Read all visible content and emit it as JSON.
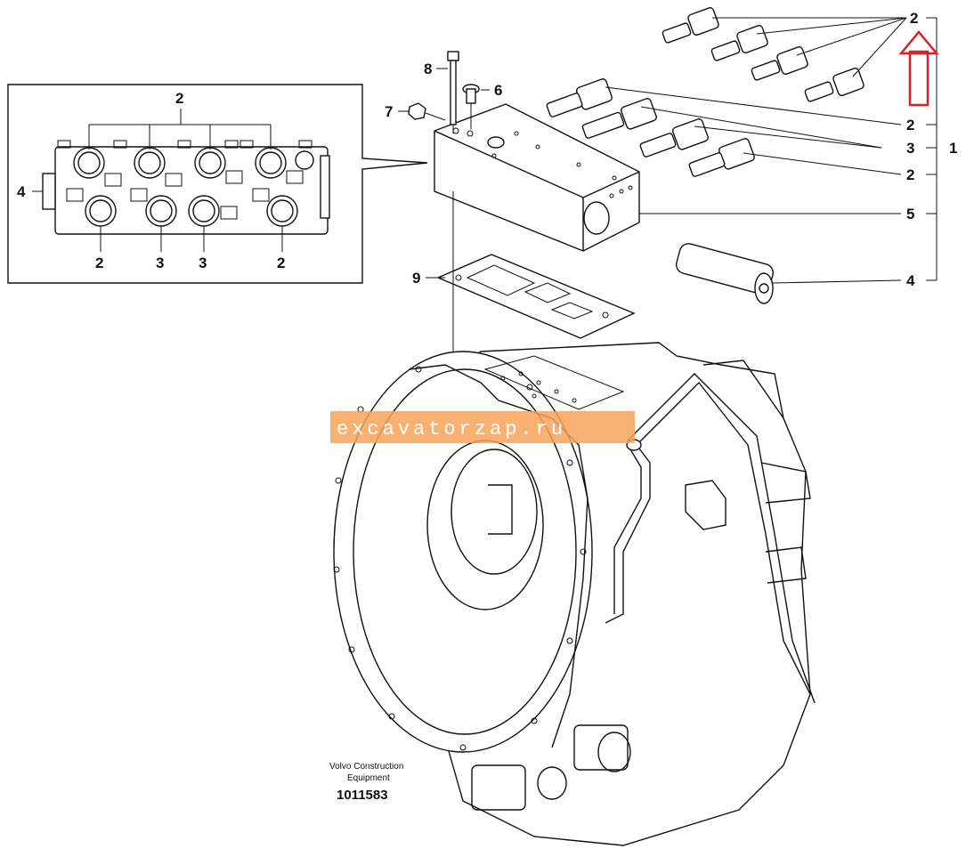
{
  "callouts": {
    "c2_top": "2",
    "c2_r1": "2",
    "c3_r": "3",
    "c1_r": "1",
    "c2_r2": "2",
    "c5_r": "5",
    "c4_r": "4",
    "c8": "8",
    "c6": "6",
    "c7": "7",
    "c9": "9",
    "inset_top2": "2",
    "inset_left4": "4",
    "inset_b1": "2",
    "inset_b2": "3",
    "inset_b3": "3",
    "inset_b4": "2"
  },
  "caption": {
    "line1": "Volvo Construction",
    "line2": "Equipment",
    "part_number": "1011583"
  },
  "watermark": {
    "text": "excavatorzap.ru",
    "color": "#f6a55a"
  },
  "arrow_color": "#d9232a"
}
